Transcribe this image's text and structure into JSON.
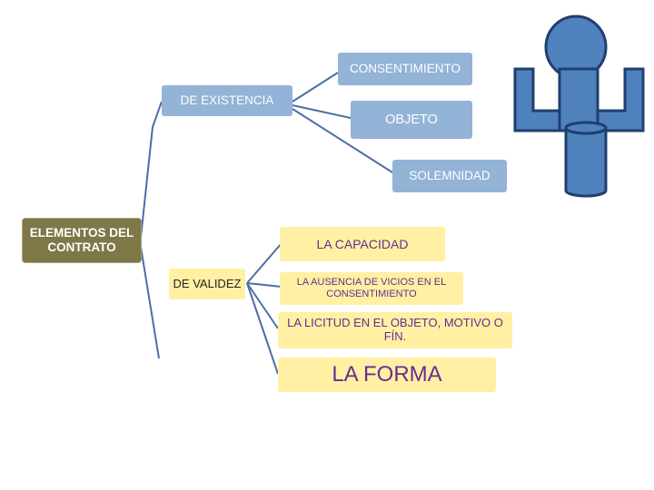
{
  "diagram": {
    "root": {
      "label": "ELEMENTOS DEL CONTRATO"
    },
    "branches": [
      {
        "label": "DE EXISTENCIA",
        "children": [
          "CONSENTIMIENTO",
          "OBJETO",
          "SOLEMNIDAD"
        ]
      },
      {
        "label": "DE VALIDEZ",
        "children": [
          "LA CAPACIDAD",
          "LA AUSENCIA DE VICIOS EN EL CONSENTIMIENTO",
          "LA LICITUD EN EL OBJETO, MOTIVO O FÍN.",
          "LA FORMA"
        ]
      }
    ]
  },
  "colors": {
    "blue_box": "#93b3d7",
    "root_box": "#7e7747",
    "yellow_box": "#fff0a3",
    "purple_text": "#6a2b92",
    "connector": "#4a6fa5",
    "figure_fill": "#4f81bd",
    "figure_stroke": "#1f3f6f"
  },
  "icons": [
    "person-figure-icon"
  ]
}
